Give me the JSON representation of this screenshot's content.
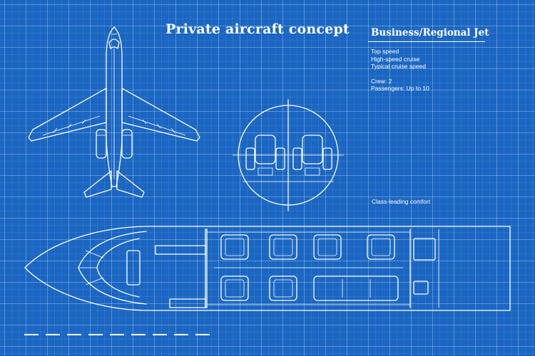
{
  "title": "Private aircraft concept",
  "subtitle": "Business/Regional Jet",
  "specs": {
    "top_speed": "Top speed",
    "high_speed_cruise": "High-speed cruise",
    "typical_cruise": "Typical cruise speed",
    "crew": "Crew: 2",
    "passengers": "Passengers: Up to 10"
  },
  "tagline": "Class-leading comfort",
  "colors": {
    "background": "#1a66c2",
    "lines": "#ffffff"
  }
}
